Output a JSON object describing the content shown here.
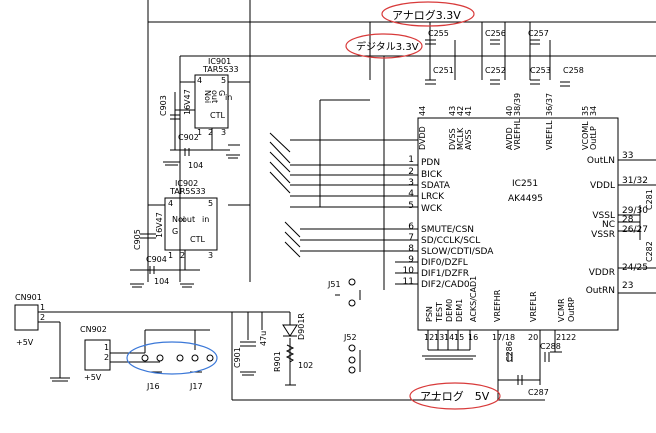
{
  "callouts": {
    "analog_33": "アナログ3.3V",
    "digital_33": "デジタル3.3V",
    "analog_5": "アナログ　5V"
  },
  "ic901": {
    "ref": "IC901",
    "part": "TAR5S33",
    "pin_noi": "Noi",
    "pin_out": "out",
    "pin_g": "G",
    "pin_ctl": "CTL",
    "pin_in": "in",
    "pin4": "4",
    "pin5": "5",
    "pin1": "1",
    "pin2": "2",
    "pin3": "3"
  },
  "ic902": {
    "ref": "IC902",
    "part": "TAR5S33",
    "pin_noi": "Noi",
    "pin_out": "out",
    "pin_g": "G",
    "pin_ctl": "CTL",
    "pin_in": "in",
    "pin4": "4",
    "pin5": "5",
    "pin1": "1",
    "pin2": "2",
    "pin3": "3"
  },
  "ic251": {
    "ref": "IC251",
    "part": "AK4495"
  },
  "left_pins": [
    {
      "num": "1",
      "name": "PDN"
    },
    {
      "num": "2",
      "name": "BICK"
    },
    {
      "num": "3",
      "name": "SDATA"
    },
    {
      "num": "4",
      "name": "LRCK"
    },
    {
      "num": "5",
      "name": "WCK"
    },
    {
      "num": "6",
      "name": "SMUTE/CSN"
    },
    {
      "num": "7",
      "name": "SD/CCLK/SCL"
    },
    {
      "num": "8",
      "name": "SLOW/CDTI/SDA"
    },
    {
      "num": "9",
      "name": "DIF0/DZFL"
    },
    {
      "num": "10",
      "name": "DIF1/DZFR"
    },
    {
      "num": "11",
      "name": "DIF2/CAD0"
    }
  ],
  "right_pins": [
    {
      "num": "33",
      "name": "OutLN"
    },
    {
      "num": "31/32",
      "name": "VDDL"
    },
    {
      "num": "29/30",
      "name": "VSSL"
    },
    {
      "num": "28",
      "name": "NC"
    },
    {
      "num": "26/27",
      "name": "VSSR"
    },
    {
      "num": "24/25",
      "name": "VDDR"
    },
    {
      "num": "23",
      "name": "OutRN"
    }
  ],
  "top_pins": [
    {
      "num": "44",
      "name": "DVDD"
    },
    {
      "num": "43",
      "name": "DVSS"
    },
    {
      "num": "42",
      "name": "MCLK"
    },
    {
      "num": "41",
      "name": "AVSS"
    },
    {
      "num": "40",
      "name": "AVDD"
    },
    {
      "num": "38/39",
      "name": "VREFHL"
    },
    {
      "num": "36/37",
      "name": "VREFLL"
    },
    {
      "num": "35",
      "name": "VCOML"
    },
    {
      "num": "34",
      "name": "OutLP"
    }
  ],
  "bottom_pins": [
    {
      "num": "12",
      "name": "PSN"
    },
    {
      "num": "13",
      "name": "TEST"
    },
    {
      "num": "14",
      "name": "DEM0"
    },
    {
      "num": "15",
      "name": "DEM1"
    },
    {
      "num": "16",
      "name": "ACKS/CAD1"
    },
    {
      "num": "17/18",
      "name": "VREFHR"
    },
    {
      "num": "20",
      "name": "VREFLR"
    },
    {
      "num": "21",
      "name": "VCMR"
    },
    {
      "num": "22",
      "name": "OutRP"
    }
  ],
  "caps": {
    "c255": "C255",
    "c256": "C256",
    "c257": "C257",
    "c251": "C251",
    "c252": "C252",
    "c253": "C253",
    "c258": "C258",
    "c903": "C903",
    "c902": "C902",
    "c905": "C905",
    "c904": "C904",
    "c901": "C901",
    "c286": "C286",
    "c288": "C288",
    "c287": "C287",
    "c281": "C281",
    "c282": "C282"
  },
  "values": {
    "v16_47_a": "16V47",
    "v104_a": "104",
    "v16_47_b": "16V47",
    "v104_b": "104",
    "v47u": "47u",
    "v102": "102"
  },
  "connectors": {
    "cn901": "CN901",
    "cn902": "CN902",
    "plus5v_1": "+5V",
    "plus5v_2": "+5V",
    "pin1": "1",
    "pin2": "2",
    "j16": "J16",
    "j17": "J17",
    "j51": "J51",
    "j52": "J52"
  },
  "misc": {
    "r901": "R901",
    "d901r": "D901R"
  }
}
